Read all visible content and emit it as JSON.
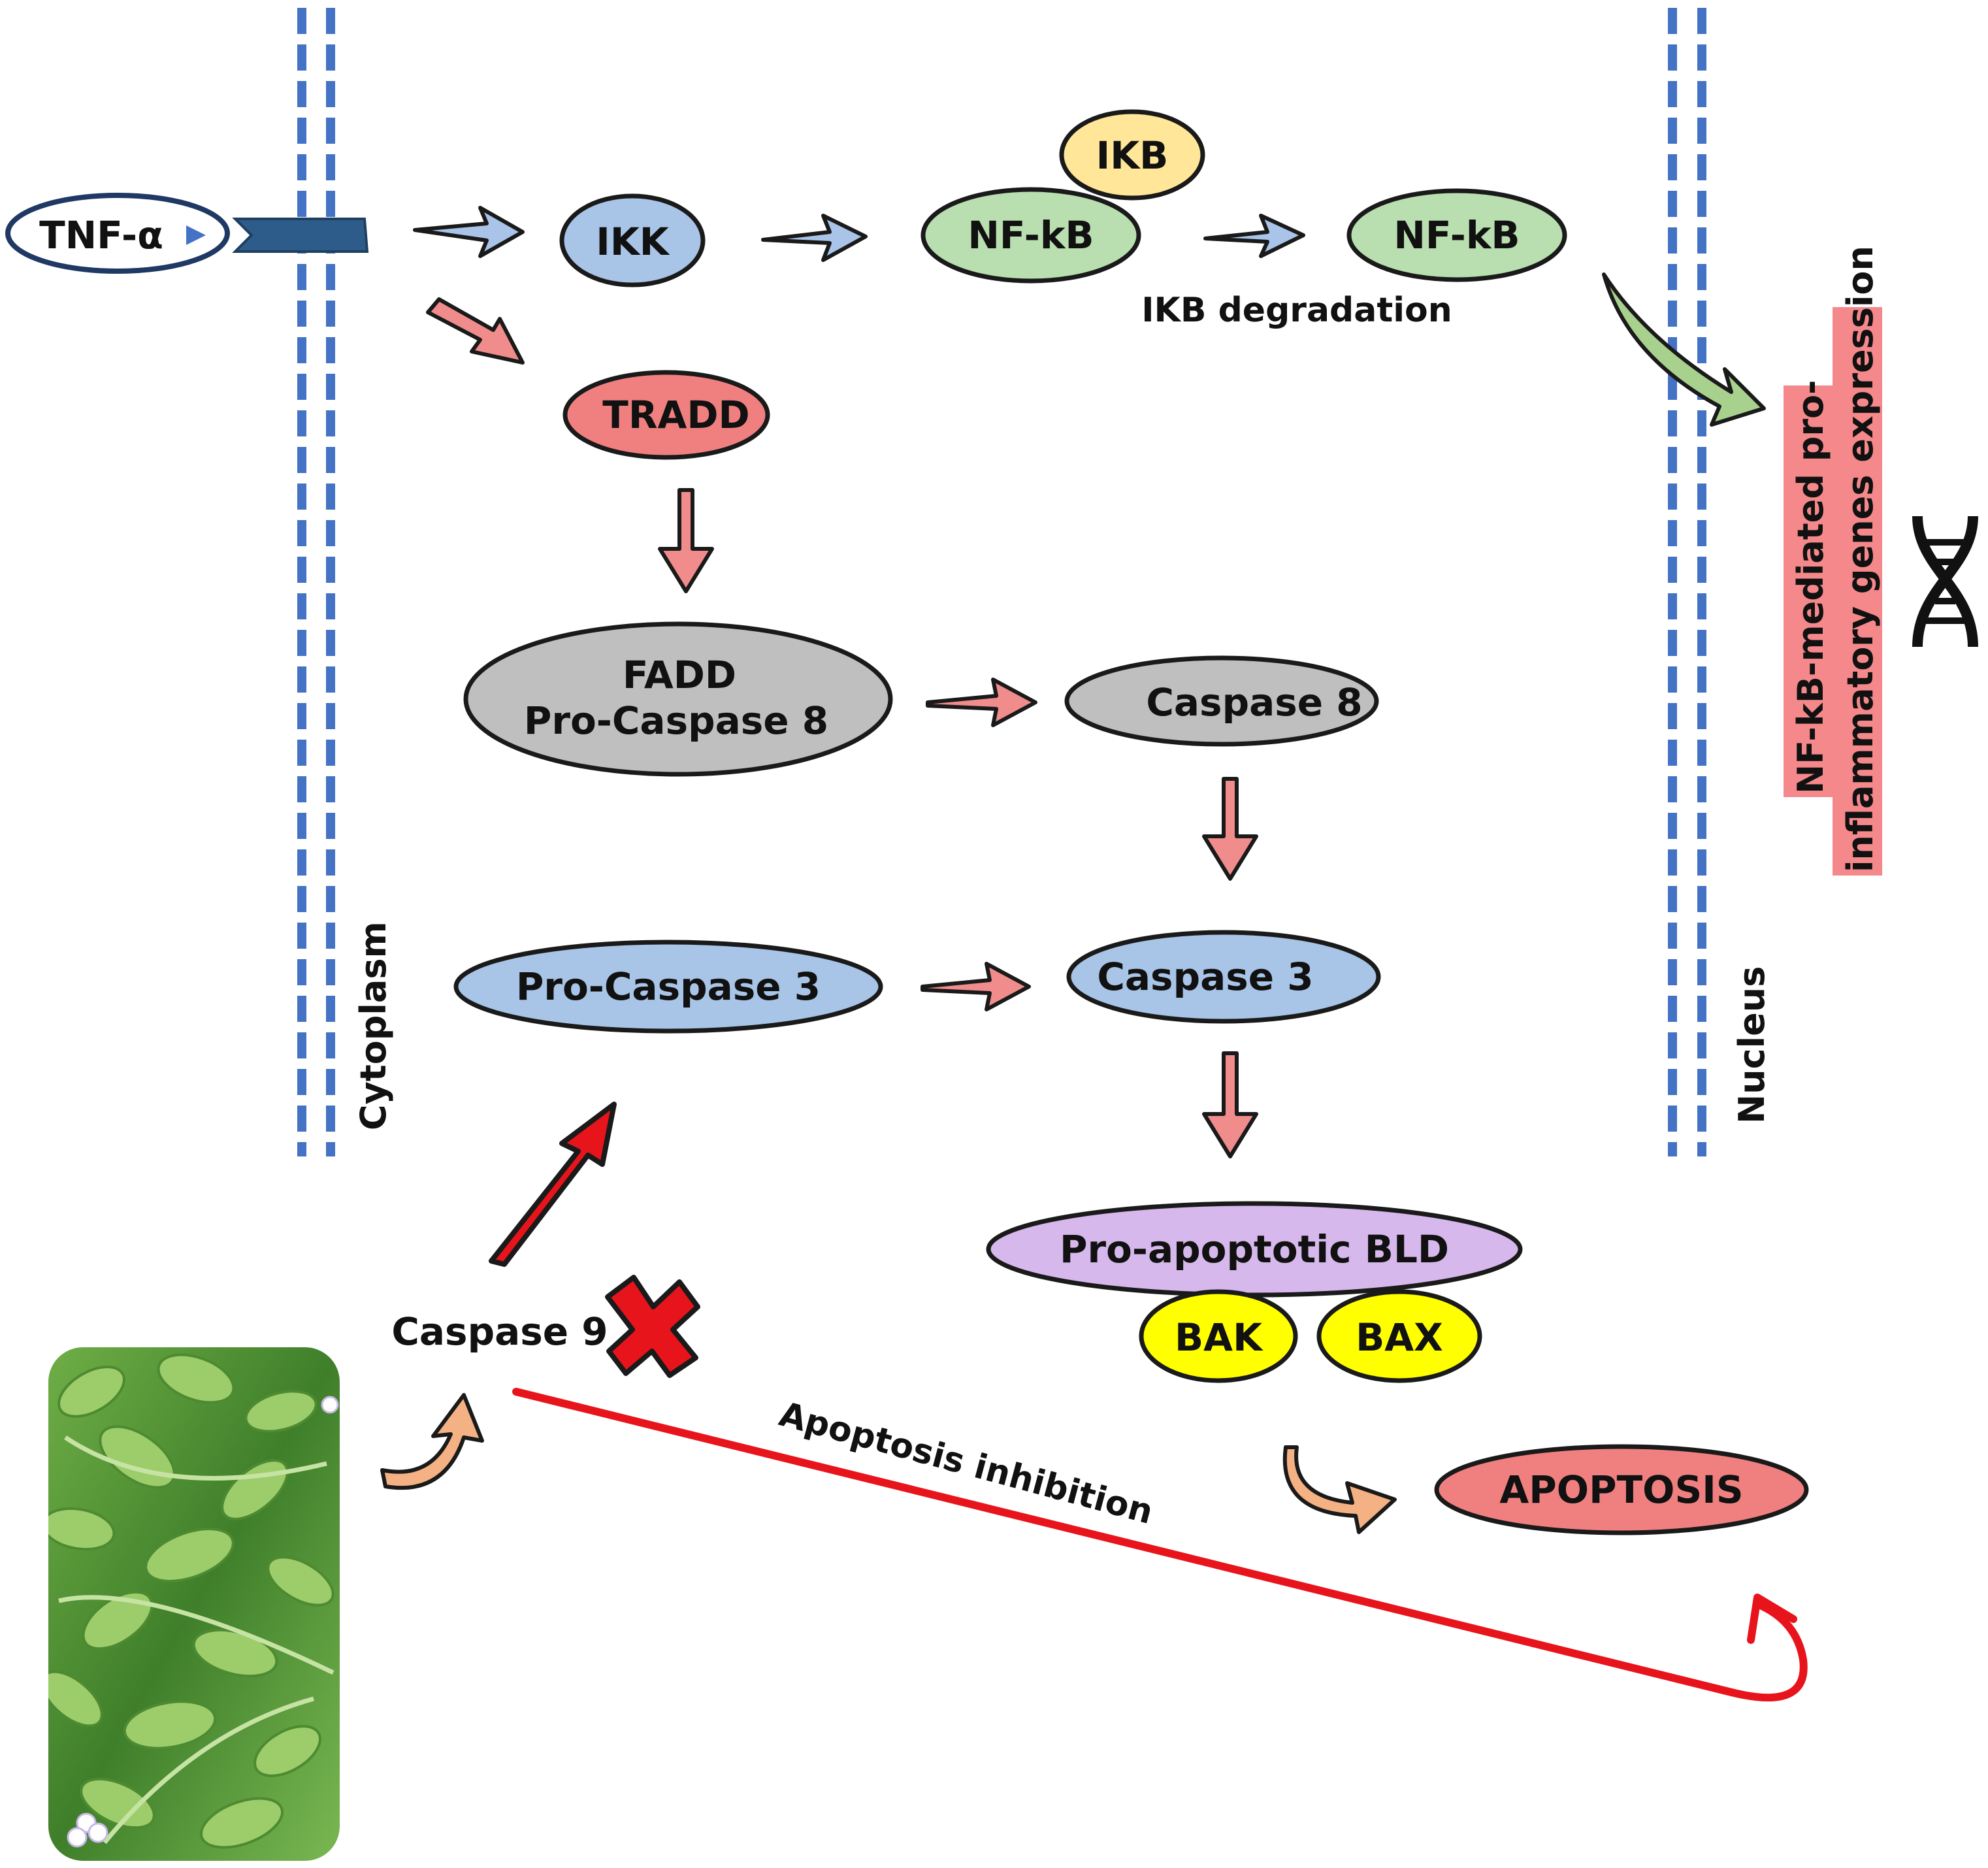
{
  "nodes": {
    "tnf": "TNF-α",
    "ikk": "IKK",
    "ikb": "IKB",
    "nfkb_bound": "NF-kB",
    "nfkb_free": "NF-kB",
    "tradd": "TRADD",
    "fadd_line1": "FADD",
    "fadd_line2": "Pro-Caspase 8",
    "caspase8": "Caspase 8",
    "procaspase3": "Pro-Caspase 3",
    "caspase3": "Caspase 3",
    "bld": "Pro-apoptotic BLD",
    "bak": "BAK",
    "bax": "BAX",
    "apoptosis": "APOPTOSIS",
    "caspase9": "Caspase 9"
  },
  "labels": {
    "ikb_degradation": "IKB degradation",
    "cytoplasm": "Cytoplasm",
    "nucleus": "Nucleus",
    "gene_expression_line1": "NF-kB-mediated pro-",
    "gene_expression_line2": "inflammatory genes expression",
    "apoptosis_inhibition": "Apoptosis inhibition"
  },
  "colors": {
    "membrane": "#4472c4",
    "blue_node": "#a8c4e6",
    "green_node": "#b9deb0",
    "yellow_node": "#ffe699",
    "red_node": "#f08080",
    "grey_node": "#bfbfbf",
    "purple_node": "#d6b8ec",
    "bright_yellow": "#ffff00",
    "pink_arrow": "#f08c8c",
    "blue_arrow": "#a9c4e8",
    "inhibition_red": "#e8141c",
    "label_bg": "#f4888a"
  },
  "icons": [
    "receptor-icon",
    "dna-icon",
    "plant-photo",
    "x-mark-icon"
  ]
}
